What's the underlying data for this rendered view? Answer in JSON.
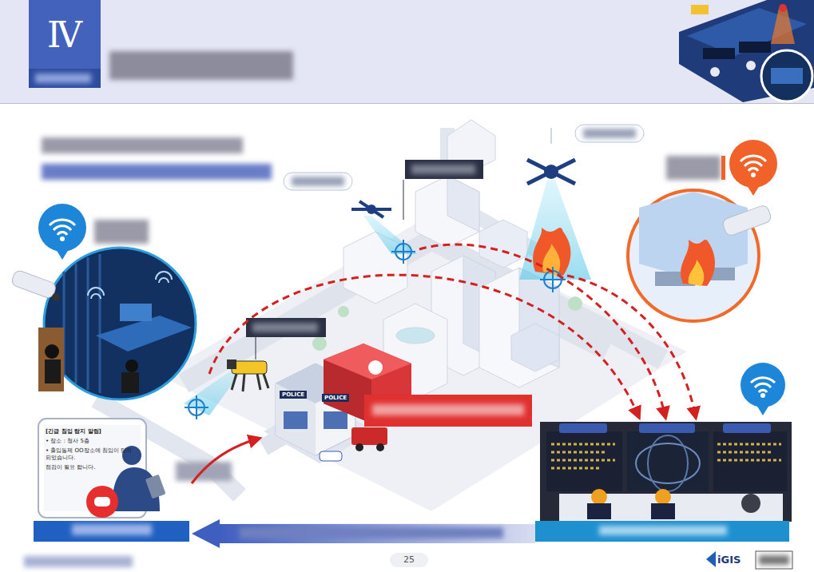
{
  "diagram": {
    "nodes": [
      {
        "text": [
          "[긴급 침입 탐지 알림]",
          "• 장소 : 청사 5층",
          "• 출입통제 OO장소에 침입이 탐지 되었습니다.",
          "점검이 필요 합니다."
        ]
      }
    ],
    "edges": [],
    "labels": [
      "Ⅳ",
      "POLICE",
      "POLICE",
      "25",
      "iGIS"
    ]
  }
}
